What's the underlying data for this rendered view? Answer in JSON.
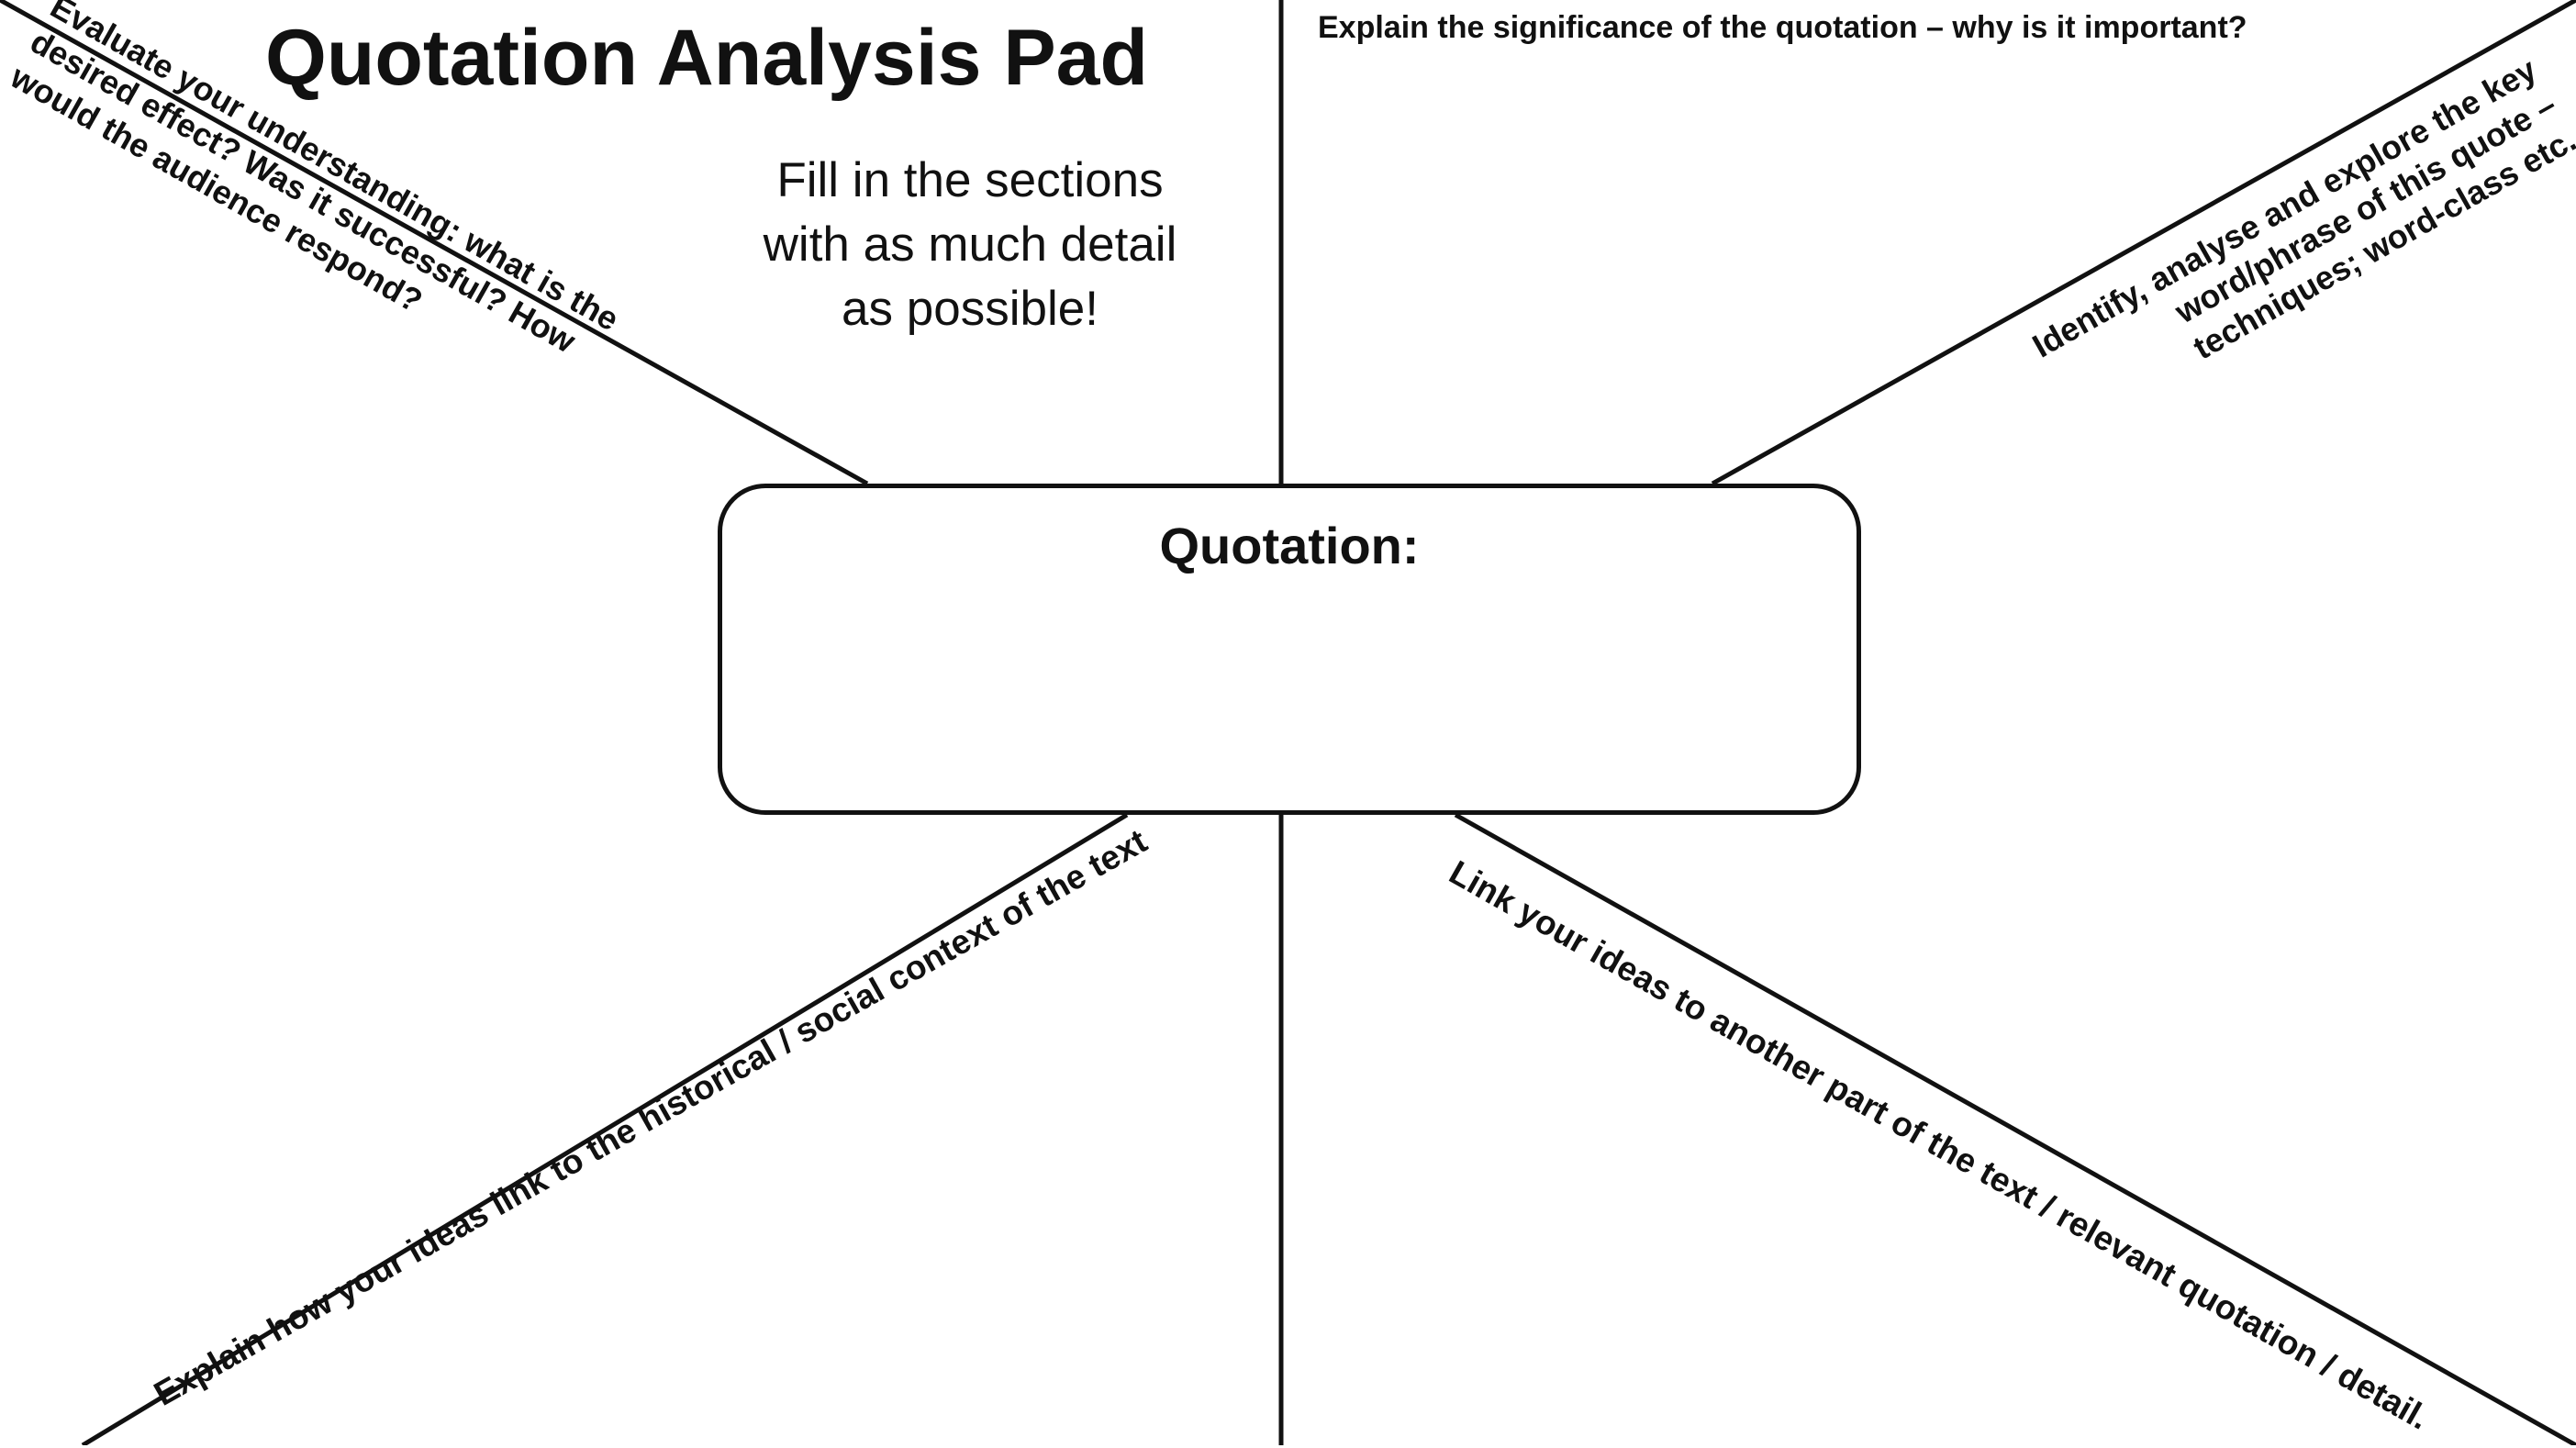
{
  "title": "Quotation Analysis Pad",
  "instruction": "Fill in the sections with as much detail as possible!",
  "quotation_label": "Quotation:",
  "prompts": {
    "significance": "Explain the significance of the quotation – why is it important?",
    "evaluate": "Evaluate your understanding: what is the desired effect? Was it successful? How would the audience respond?",
    "identify": "Identify, analyse and explore the key word/phrase of this quote – techniques; word-class etc.",
    "historical": "Explain how your ideas link to the historical / social context of the text",
    "link": "Link your ideas to another part of the text / relevant quotation / detail."
  },
  "colors": {
    "ink": "#111111",
    "background": "#ffffff"
  }
}
